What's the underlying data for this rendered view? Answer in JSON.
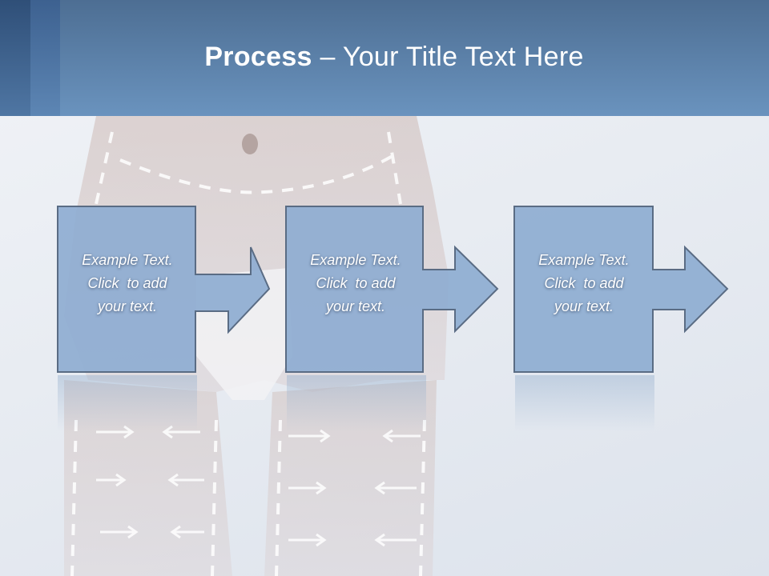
{
  "title": {
    "bold": "Process",
    "rest": " – Your Title Text Here"
  },
  "steps": [
    {
      "lines": [
        "Example Text.",
        "Click  to add",
        "your text."
      ]
    },
    {
      "lines": [
        "Example Text.",
        "Click  to add",
        "your text."
      ]
    },
    {
      "lines": [
        "Example Text.",
        "Click  to add",
        "your text."
      ]
    }
  ],
  "colors": {
    "banner": "#5f86b2",
    "box_fill": "#90afd2",
    "box_stroke": "#5b6d85"
  }
}
